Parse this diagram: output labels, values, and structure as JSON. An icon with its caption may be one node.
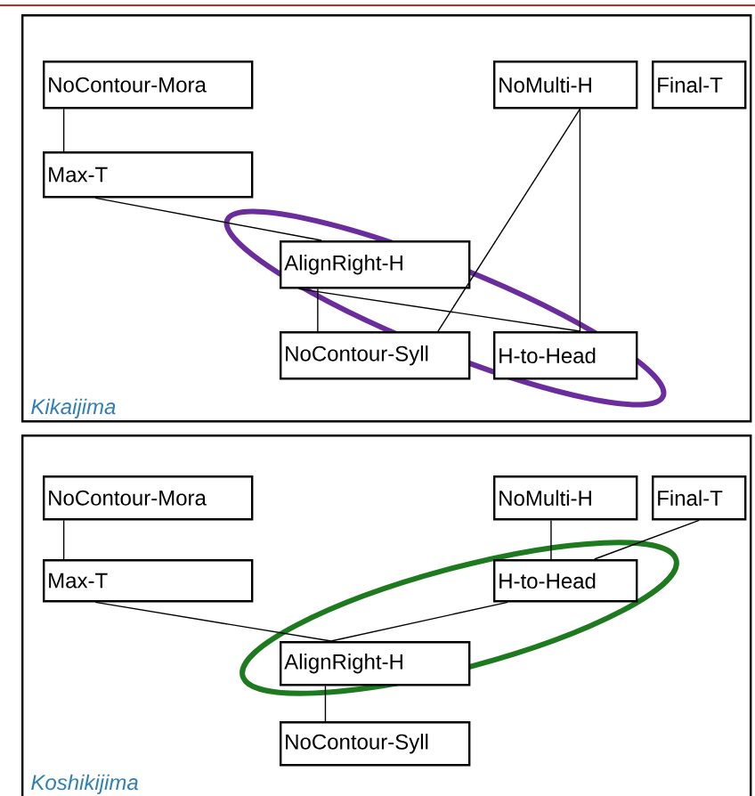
{
  "diagram": {
    "nodes": [
      {
        "text": [
          "Kikaijima"
        ]
      },
      {
        "text": [
          "NoContour-Mora"
        ],
        "in": 0
      },
      {
        "text": [
          "NoMulti-H"
        ],
        "in": 0
      },
      {
        "text": [
          "Final-T"
        ],
        "in": 0
      },
      {
        "text": [
          "Max-T"
        ],
        "in": 0
      },
      {
        "text": [
          "AlignRight-H"
        ],
        "in": 0
      },
      {
        "text": [
          "NoContour-Syll"
        ],
        "in": 0
      },
      {
        "text": [
          "H-to-Head"
        ],
        "in": 0
      },
      {
        "text": [
          "Koshikijima"
        ]
      },
      {
        "text": [
          "NoContour-Mora"
        ],
        "in": 8
      },
      {
        "text": [
          "NoMulti-H"
        ],
        "in": 8
      },
      {
        "text": [
          "Final-T"
        ],
        "in": 8
      },
      {
        "text": [
          "Max-T"
        ],
        "in": 8
      },
      {
        "text": [
          "H-to-Head"
        ],
        "in": 8
      },
      {
        "text": [
          "AlignRight-H"
        ],
        "in": 8
      },
      {
        "text": [
          "NoContour-Syll"
        ],
        "in": 8
      }
    ],
    "edges": [
      {
        "from": 1,
        "to": 4,
        "arrow": "none"
      },
      {
        "from": 4,
        "to": 5,
        "arrow": "none"
      },
      {
        "from": 2,
        "to": 6,
        "arrow": "none"
      },
      {
        "from": 2,
        "to": 7,
        "arrow": "none"
      },
      {
        "from": 5,
        "to": 7,
        "arrow": "none"
      },
      {
        "from": 5,
        "to": 6,
        "arrow": "none"
      },
      {
        "from": 9,
        "to": 12,
        "arrow": "none"
      },
      {
        "from": 12,
        "to": 14,
        "arrow": "none"
      },
      {
        "from": 10,
        "to": 13,
        "arrow": "none"
      },
      {
        "from": 11,
        "to": 13,
        "arrow": "none"
      },
      {
        "from": 13,
        "to": 14,
        "arrow": "none"
      },
      {
        "from": 14,
        "to": 15,
        "arrow": "none"
      }
    ]
  }
}
